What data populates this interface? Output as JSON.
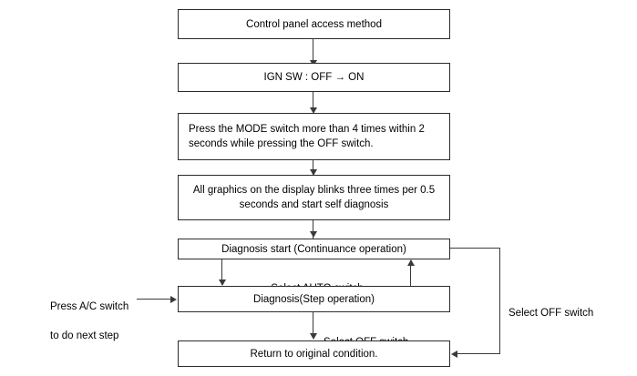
{
  "diagram": {
    "title": "Control panel access method flow",
    "type": "flowchart",
    "colors": {
      "background": "#ffffff",
      "box_border": "#2b2b2b",
      "connector": "#3a3a3a",
      "text": "#000000"
    },
    "nodes": [
      {
        "id": "control-panel-access-method",
        "text": "Control panel access method"
      },
      {
        "id": "ign-sw",
        "text": "IGN SW : OFF → ON"
      },
      {
        "id": "press-mode-switch",
        "text": "Press the MODE switch more than 4 times within 2 seconds while pressing the OFF switch."
      },
      {
        "id": "all-graphics-blink",
        "text": "All graphics on the display blinks three times per 0.5 seconds and start self diagnosis"
      },
      {
        "id": "diagnosis-start",
        "text": "Diagnosis start (Continuance operation)"
      },
      {
        "id": "diagnosis-step",
        "text": "Diagnosis(Step operation)"
      },
      {
        "id": "return-original",
        "text": "Return to original condition."
      }
    ],
    "edge_labels": [
      {
        "id": "select-auto-switch",
        "text": "Select AUTO switch"
      },
      {
        "id": "select-off-switch-down",
        "text": "Select OFF switch"
      },
      {
        "id": "select-off-switch-right",
        "text": "Select OFF switch"
      }
    ],
    "annotations": [
      {
        "id": "press-ac-switch",
        "line1": "Press A/C switch",
        "line2": "to do next step"
      }
    ]
  }
}
